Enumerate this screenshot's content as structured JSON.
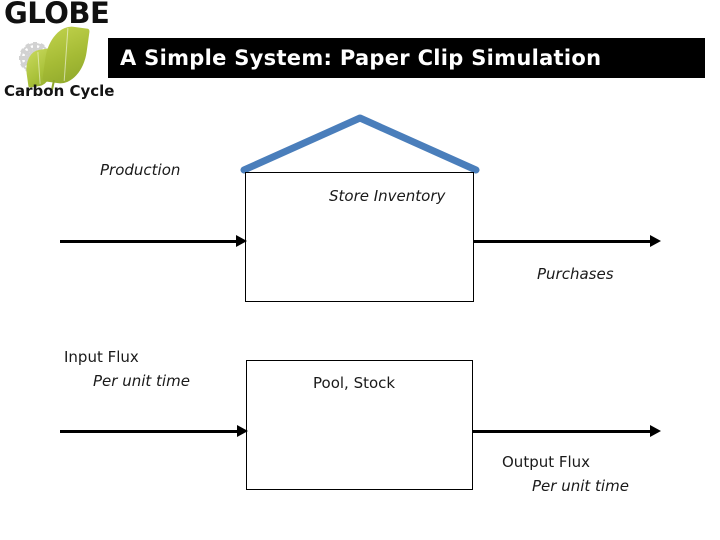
{
  "slide": {
    "title": "A Simple System: Paper Clip Simulation",
    "title_bar_color": "#000000",
    "title_text_color": "#ffffff",
    "background_color": "#ffffff"
  },
  "logo": {
    "wordmark": "GLOBE",
    "subtitle": "Carbon Cycle",
    "leaf_color": "#a5bb35",
    "sun_color": "#d2d2d2",
    "text_color": "#111111"
  },
  "diagram": {
    "roof_color": "#4a7ebb",
    "line_color": "#000000",
    "boxes": [
      {
        "id": "store",
        "label": "Store Inventory"
      },
      {
        "id": "pool",
        "label": "Pool, Stock"
      }
    ],
    "labels": {
      "production": "Production",
      "purchases": "Purchases",
      "input_flux": "Input Flux",
      "input_flux_rate": "Per unit time",
      "output_flux": "Output Flux",
      "output_flux_rate": "Per unit time"
    },
    "arrows": [
      {
        "id": "production",
        "direction": "right"
      },
      {
        "id": "purchases",
        "direction": "right"
      },
      {
        "id": "input-flux",
        "direction": "right"
      },
      {
        "id": "output-flux",
        "direction": "right"
      }
    ]
  }
}
